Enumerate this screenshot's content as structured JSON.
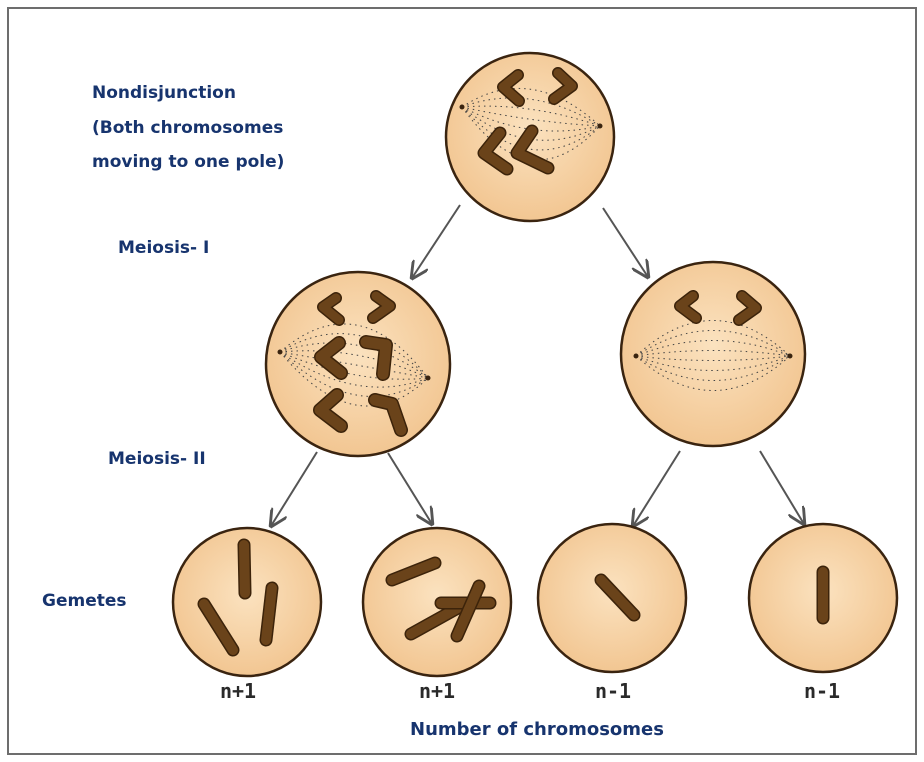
{
  "labels": {
    "nondisjunction_line1": "Nondisjunction",
    "nondisjunction_line2": "(Both chromosomes",
    "nondisjunction_line3": "moving to one pole)",
    "meiosis_1": "Meiosis- I",
    "meiosis_2": "Meiosis- II",
    "gametes": "Gemetes"
  },
  "gamete_counts": [
    "n+1",
    "n+1",
    "n-1",
    "n-1"
  ],
  "footer_label": "Number of chromosomes",
  "colors": {
    "label_text": "#17346e",
    "cell_fill": "#f6d3a8",
    "cell_outline": "#3a2410",
    "chromosome": "#7a4d1f",
    "arrow": "#555555"
  }
}
